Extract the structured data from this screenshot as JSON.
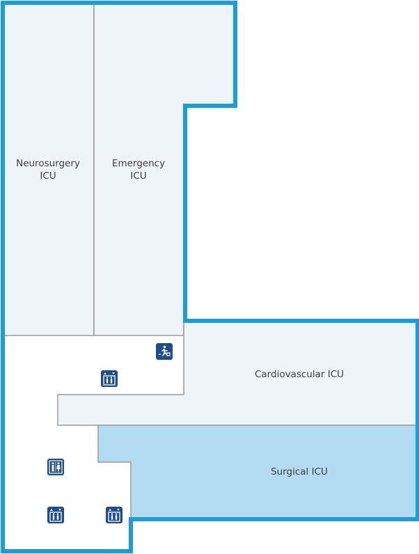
{
  "rooms": {
    "neurosurgery": {
      "line1": "Neurosurgery",
      "line2": "ICU"
    },
    "emergency": {
      "line1": "Emergency",
      "line2": "ICU"
    },
    "cardiovascular": {
      "label": "Cardiovascular ICU"
    },
    "surgical": {
      "label": "Surgical ICU"
    }
  },
  "colors": {
    "outline": "#1a9ddc",
    "room_fill": "#eef4f8",
    "surgical_fill": "#b3dcf3",
    "inner_line": "#9a9a9a",
    "icon_bg": "#1e4d8c"
  },
  "icons": [
    "emergency-exit-icon",
    "elevator-icon",
    "restroom-icon",
    "elevator-icon",
    "elevator-icon"
  ]
}
